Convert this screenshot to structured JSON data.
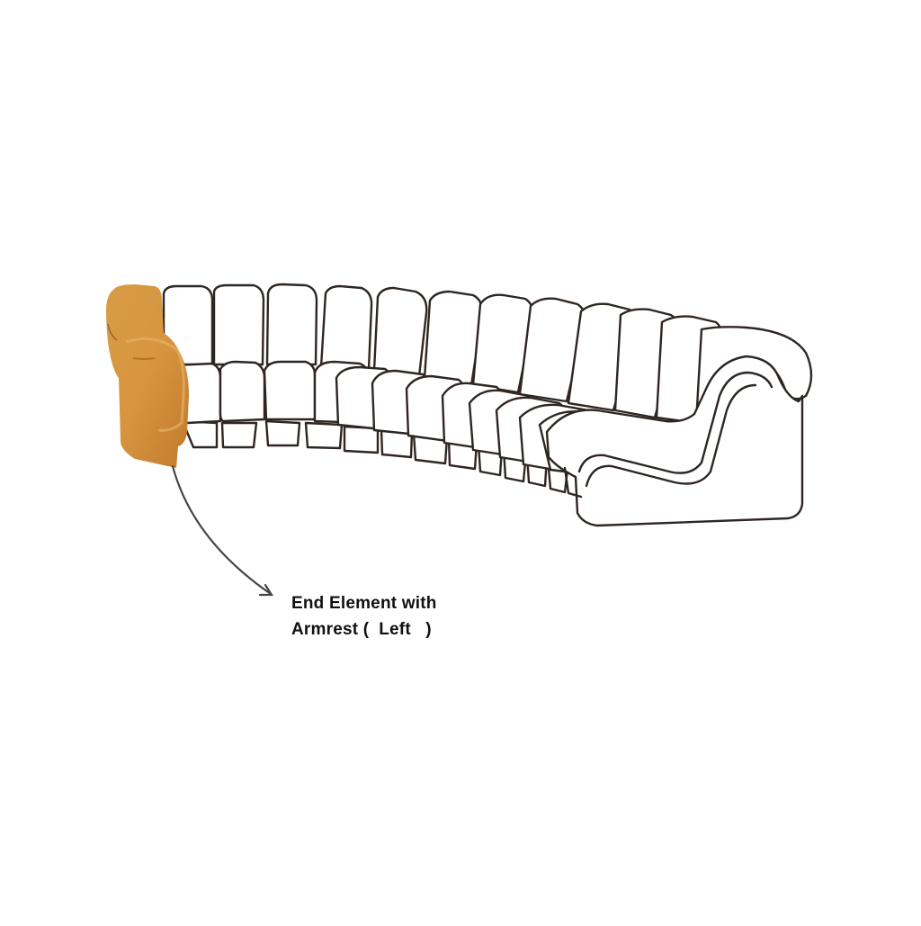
{
  "figure": {
    "subject": "modular-sofa-configuration",
    "highlighted_element": {
      "name": "End Element with Armrest (Left)",
      "color": "#D4943F",
      "shade_color": "#B8762A"
    },
    "outline_color": "#2E2622",
    "background_color": "#FFFFFF",
    "segment_count": 13
  },
  "annotation": {
    "line1": "End Element with",
    "line2": "Armrest (  Left   )",
    "arrow_color": "#444444"
  }
}
